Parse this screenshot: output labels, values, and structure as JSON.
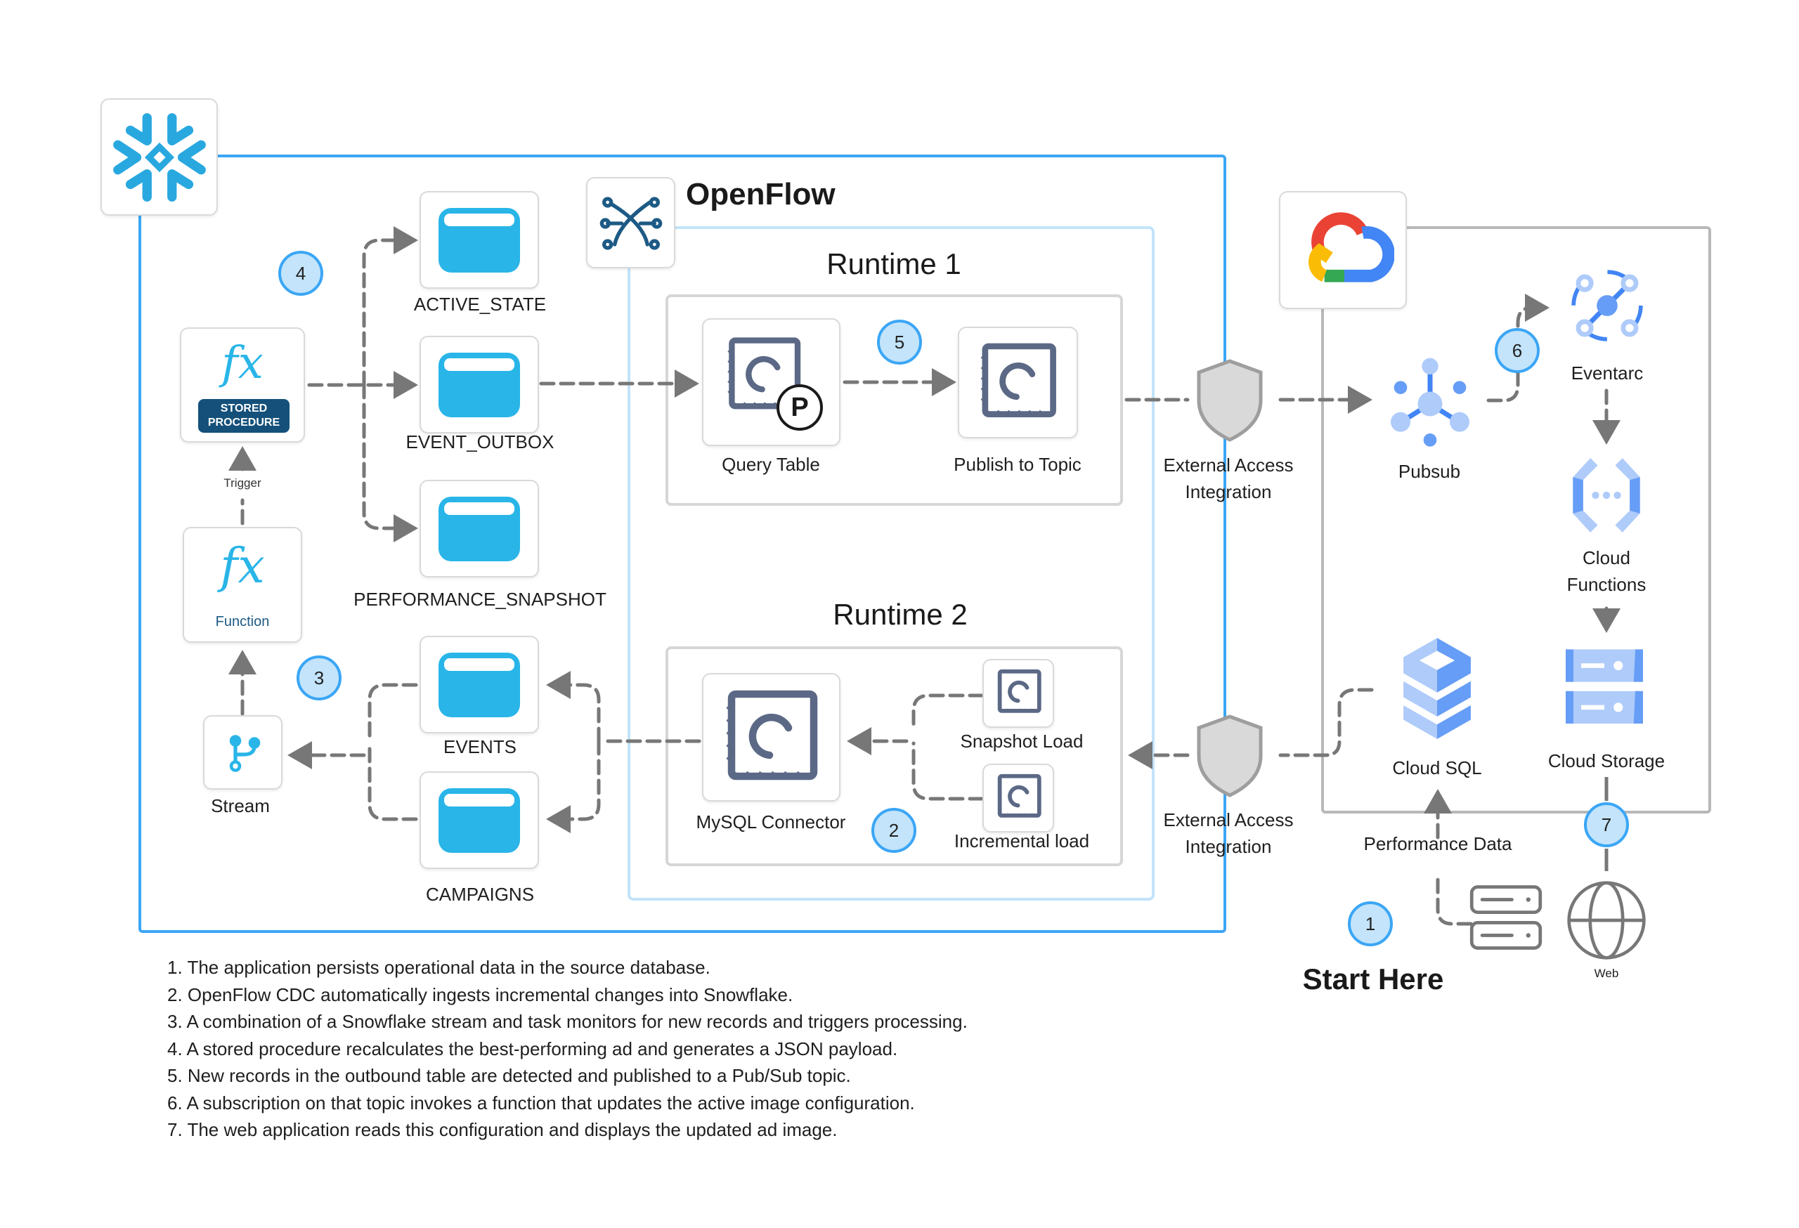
{
  "diagram": {
    "platforms": {
      "snowflake": {
        "name": "Snowflake",
        "icon": "snowflake-logo-icon",
        "color": "#29A8E0"
      },
      "openflow": {
        "title": "OpenFlow",
        "icon": "openflow-logo-icon"
      },
      "gcp": {
        "name": "Google Cloud",
        "icon": "google-cloud-logo-icon"
      }
    },
    "snowflake_nodes": {
      "stored_procedure": {
        "badge": "STORED",
        "badge2": "PROCEDURE"
      },
      "trigger_label": "Trigger",
      "function": {
        "label": "Function"
      },
      "stream": {
        "label": "Stream"
      },
      "tables": {
        "active_state": "ACTIVE_STATE",
        "event_outbox": "EVENT_OUTBOX",
        "performance_snapshot": "PERFORMANCE_SNAPSHOT",
        "events": "EVENTS",
        "campaigns": "CAMPAIGNS"
      }
    },
    "runtime1": {
      "title": "Runtime 1",
      "query_table": "Query Table",
      "publish_to_topic": "Publish to Topic",
      "p_badge": "P"
    },
    "runtime2": {
      "title": "Runtime 2",
      "mysql_connector": "MySQL Connector",
      "snapshot_load": "Snapshot Load",
      "incremental_load": "Incremental load"
    },
    "external_access": {
      "line1": "External Access",
      "line2": "Integration"
    },
    "gcp_nodes": {
      "pubsub": "Pubsub",
      "eventarc": "Eventarc",
      "cloud_functions_1": "Cloud",
      "cloud_functions_2": "Functions",
      "cloud_sql": "Cloud SQL",
      "cloud_storage": "Cloud Storage"
    },
    "external": {
      "performance_data": "Performance Data",
      "web": "Web",
      "start_here": "Start Here"
    },
    "step_badges": [
      "1",
      "2",
      "3",
      "4",
      "5",
      "6",
      "7"
    ],
    "steps": [
      "1. The application persists operational data in the source database.",
      "2. OpenFlow CDC automatically ingests incremental changes into Snowflake.",
      "3. A combination of a Snowflake stream and task monitors for new records and triggers processing.",
      "4. A stored procedure recalculates the best-performing ad and generates a JSON payload.",
      "5. New records in the outbound table are detected and published to a Pub/Sub topic.",
      "6. A subscription on that topic invokes a function that updates the active image configuration.",
      "7. The web application reads this configuration and displays the updated ad image."
    ],
    "colors": {
      "snowflake_border": "#3BA6F5",
      "openflow_border": "#C2E3FA",
      "runtime_border": "#D6D6D6",
      "gcp_border": "#B8B8B8",
      "badge_fill": "#C3E4FB",
      "table_icon": "#29B5E8",
      "processor_icon": "#5B6986",
      "connector_line": "#777777"
    }
  }
}
